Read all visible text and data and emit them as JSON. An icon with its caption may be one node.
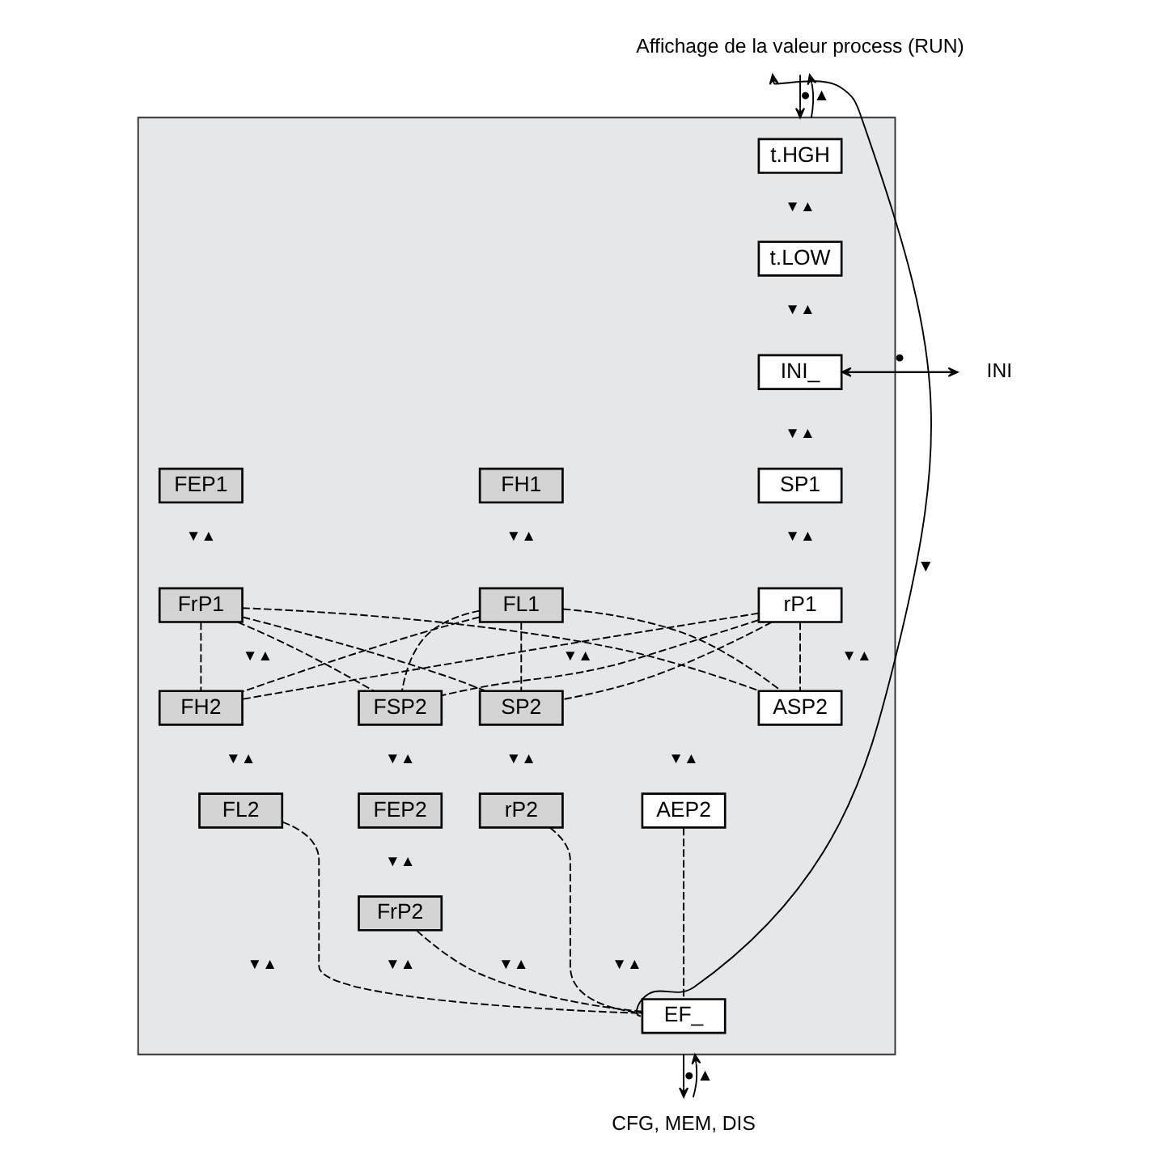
{
  "diagram": {
    "nodes": [
      {
        "text": [
          "Affichage de la valeur process (RUN)"
        ]
      },
      {
        "text": [],
        "shape": "box"
      },
      {
        "text": [
          "t.HGH"
        ],
        "in": 1
      },
      {
        "text": [
          "t.LOW"
        ],
        "in": 1
      },
      {
        "text": [
          "INI_"
        ],
        "in": 1
      },
      {
        "text": [
          "SP1"
        ],
        "in": 1
      },
      {
        "text": [
          "FH1"
        ],
        "in": 1
      },
      {
        "text": [
          "FEP1"
        ],
        "in": 1
      },
      {
        "text": [
          "rP1"
        ],
        "in": 1
      },
      {
        "text": [
          "FL1"
        ],
        "in": 1
      },
      {
        "text": [
          "FrP1"
        ],
        "in": 1
      },
      {
        "text": [
          "ASP2"
        ],
        "in": 1
      },
      {
        "text": [
          "SP2"
        ],
        "in": 1
      },
      {
        "text": [
          "FH2"
        ],
        "in": 1
      },
      {
        "text": [
          "FSP2"
        ],
        "in": 1
      },
      {
        "text": [
          "AEP2"
        ],
        "in": 1
      },
      {
        "text": [
          "rP2"
        ],
        "in": 1
      },
      {
        "text": [
          "FL2"
        ],
        "in": 1
      },
      {
        "text": [
          "FEP2"
        ],
        "in": 1
      },
      {
        "text": [
          "FrP2"
        ],
        "in": 1
      },
      {
        "text": [
          "EF_"
        ],
        "in": 1
      },
      {
        "text": [
          "INI"
        ]
      },
      {
        "text": [
          "CFG, MEM, DIS"
        ]
      }
    ],
    "edges": [
      {
        "from": 0,
        "to": 1,
        "arrow": "to",
        "label": "●"
      },
      {
        "from": 1,
        "to": 0,
        "arrow": "to",
        "label": "▲"
      },
      {
        "from": 4,
        "to": 21,
        "arrow": "to",
        "label": "●"
      },
      {
        "from": 21,
        "to": 4,
        "arrow": "to"
      },
      {
        "from": 8,
        "to": 11,
        "arrow": "none",
        "style": "dashed"
      },
      {
        "from": 8,
        "to": 12,
        "arrow": "none",
        "style": "dashed"
      },
      {
        "from": 8,
        "to": 13,
        "arrow": "none",
        "style": "dashed"
      },
      {
        "from": 8,
        "to": 14,
        "arrow": "none",
        "style": "dashed"
      },
      {
        "from": 9,
        "to": 11,
        "arrow": "none",
        "style": "dashed"
      },
      {
        "from": 9,
        "to": 12,
        "arrow": "none",
        "style": "dashed"
      },
      {
        "from": 9,
        "to": 13,
        "arrow": "none",
        "style": "dashed"
      },
      {
        "from": 9,
        "to": 14,
        "arrow": "none",
        "style": "dashed"
      },
      {
        "from": 10,
        "to": 11,
        "arrow": "none",
        "style": "dashed"
      },
      {
        "from": 10,
        "to": 12,
        "arrow": "none",
        "style": "dashed"
      },
      {
        "from": 10,
        "to": 13,
        "arrow": "none",
        "style": "dashed"
      },
      {
        "from": 10,
        "to": 14,
        "arrow": "none",
        "style": "dashed"
      },
      {
        "from": 15,
        "to": 20,
        "arrow": "none",
        "style": "dashed"
      },
      {
        "from": 16,
        "to": 20,
        "arrow": "none",
        "style": "dashed"
      },
      {
        "from": 17,
        "to": 20,
        "arrow": "none",
        "style": "dashed"
      },
      {
        "from": 19,
        "to": 20,
        "arrow": "none",
        "style": "dashed"
      },
      {
        "from": 1,
        "to": 0,
        "arrow": "to",
        "label": "▼"
      },
      {
        "from": 1,
        "to": 22,
        "arrow": "to",
        "label": "●"
      },
      {
        "from": 22,
        "to": 1,
        "arrow": "to",
        "label": "▲"
      }
    ],
    "labels": [
      "▼▲",
      "▼▲",
      "▼▲",
      "▼▲",
      "▼▲",
      "▼▲",
      "▼▲",
      "▼▲",
      "▼▲",
      "▼▲",
      "▼▲",
      "▼▲",
      "▼▲",
      "▼▲",
      "▼▲",
      "▼▲",
      "▼▲",
      "▼▲"
    ]
  }
}
